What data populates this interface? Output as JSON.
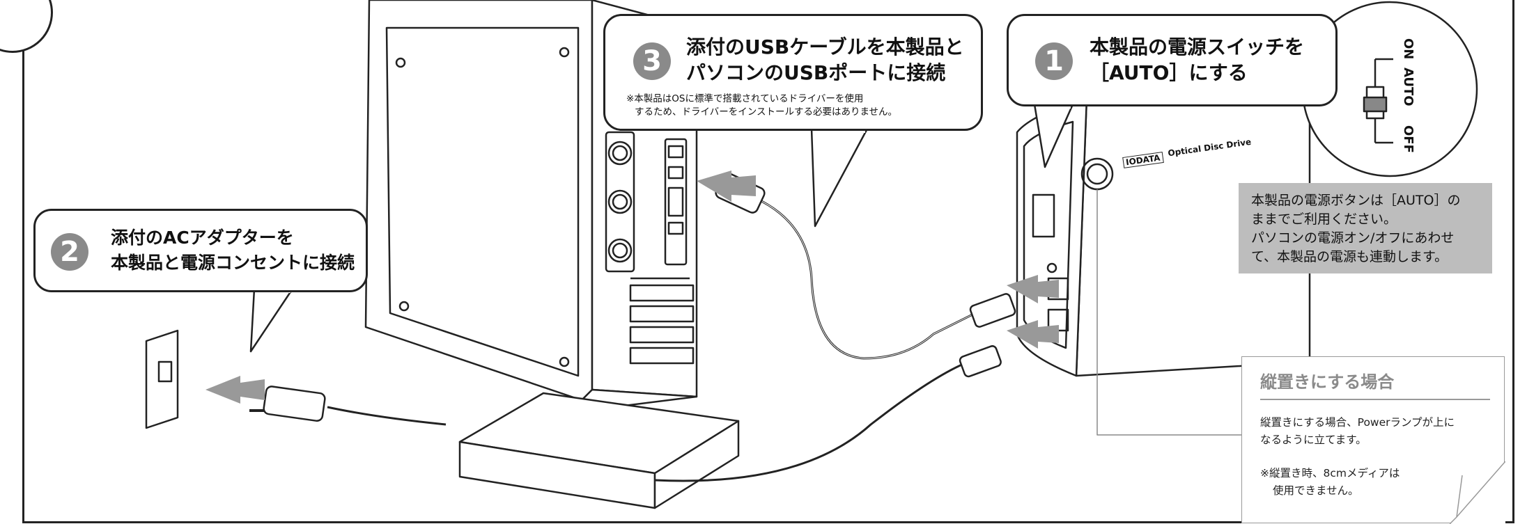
{
  "step1": {
    "number": "1",
    "title_lines": [
      "本製品の電源スイッチを",
      "［AUTO］にする"
    ]
  },
  "step2": {
    "number": "2",
    "title_lines": [
      "添付のACアダプターを",
      "本製品と電源コンセントに接続"
    ]
  },
  "step3": {
    "number": "3",
    "title_lines": [
      "添付のUSBケーブルを本製品と",
      "パソコンのUSBポートに接続"
    ],
    "note_lines": [
      "※本製品はOSに標準で搭載されているドライバーを使用",
      "するため、ドライバーをインストールする必要はありません。"
    ]
  },
  "switch_labels": [
    "ON",
    "AUTO",
    "OFF"
  ],
  "drive_brand": "Optical Disc Drive",
  "drive_logo": "IODATA",
  "power_note": {
    "lines": [
      "本製品の電源ボタンは［AUTO］の",
      "ままでご利用ください。",
      "パソコンの電源オン/オフにあわせ",
      "て、本製品の電源も連動します。"
    ]
  },
  "vertical_note": {
    "title": "縦置きにする場合",
    "body_lines": [
      "縦置きにする場合、Powerランプが上に",
      "なるように立てます。"
    ],
    "warning_lines": [
      "※縦置き時、8cmメディアは",
      "使用できません。"
    ]
  },
  "colors": {
    "accent_gray": "#8a8a8a",
    "note_box": "#bdbdbd",
    "line": "#222222"
  }
}
